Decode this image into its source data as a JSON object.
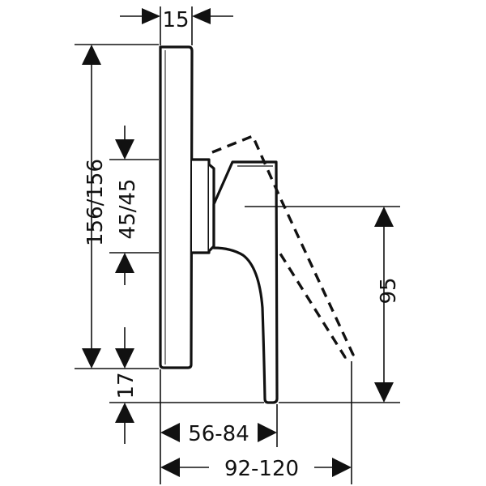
{
  "dimensions": {
    "plate_depth": "15",
    "plate_height": "156/156",
    "body_height": "45/45",
    "bottom_offset": "17",
    "handle_height": "95",
    "projection": "56-84",
    "total_projection": "92-120"
  }
}
